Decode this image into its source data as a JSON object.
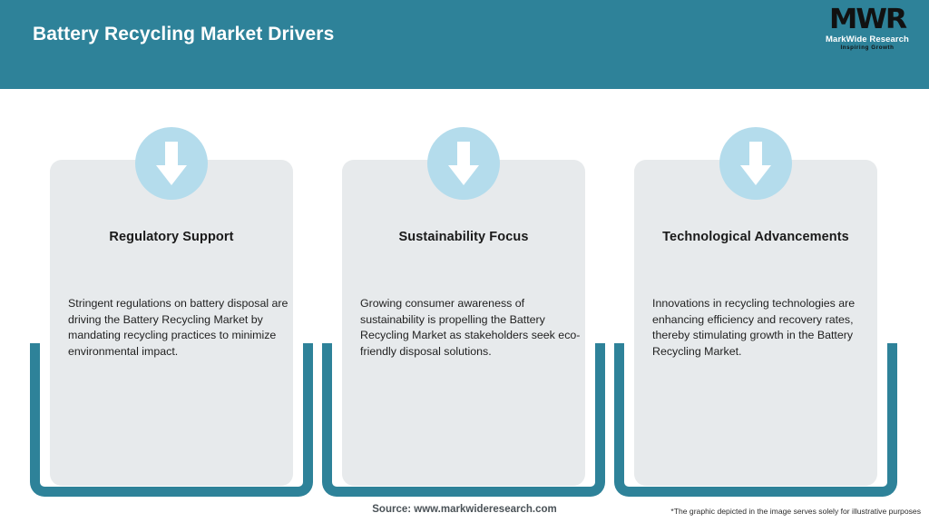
{
  "header": {
    "title": "Battery Recycling Market Drivers",
    "bg_color": "#2e8299",
    "logo": {
      "mark": "MWR",
      "name": "MarkWide Research",
      "tagline": "Inspiring Growth"
    }
  },
  "cards": [
    {
      "icon": "down-arrow-icon",
      "title": "Regulatory Support",
      "body": "Stringent regulations on battery disposal are driving the Battery Recycling Market by mandating recycling practices to minimize environmental impact."
    },
    {
      "icon": "down-arrow-icon",
      "title": "Sustainability Focus",
      "body": "Growing consumer awareness of sustainability is propelling the Battery Recycling Market as stakeholders seek eco-friendly disposal solutions."
    },
    {
      "icon": "down-arrow-icon",
      "title": "Technological Advancements",
      "body": "Innovations in recycling technologies are enhancing efficiency and recovery rates, thereby stimulating growth in the Battery Recycling Market."
    }
  ],
  "footer": {
    "source": "Source: www.markwideresearch.com",
    "disclaimer": "*The graphic depicted in the image serves solely for illustrative purposes"
  },
  "colors": {
    "teal": "#2e8299",
    "panel": "#e7eaec",
    "circle": "#b4dcec",
    "white": "#ffffff"
  }
}
